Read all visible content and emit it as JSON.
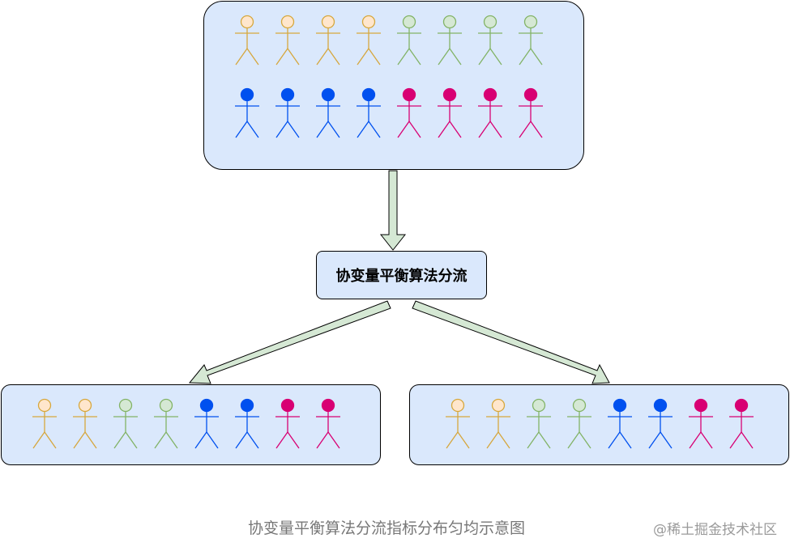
{
  "process_label": "协变量平衡算法分流",
  "caption": "协变量平衡算法分流指标分布匀均示意图",
  "watermark": "@稀土掘金技术社区",
  "colors": {
    "box_fill": "#dae8fc",
    "arrow_fill": "#d5e8d4",
    "person_orange": "#d6a73d",
    "person_orange_fill": "#ffe6cc",
    "person_green": "#82b366",
    "person_green_fill": "#d5e8d4",
    "person_blue": "#0050ef",
    "person_magenta": "#d80073"
  },
  "groups": {
    "population": {
      "rows": [
        [
          "orange",
          "orange",
          "orange",
          "orange",
          "green",
          "green",
          "green",
          "green"
        ],
        [
          "blue",
          "blue",
          "blue",
          "blue",
          "magenta",
          "magenta",
          "magenta",
          "magenta"
        ]
      ]
    },
    "left_group": [
      "orange",
      "orange",
      "green",
      "green",
      "blue",
      "blue",
      "magenta",
      "magenta"
    ],
    "right_group": [
      "orange",
      "orange",
      "green",
      "green",
      "blue",
      "blue",
      "magenta",
      "magenta"
    ]
  }
}
